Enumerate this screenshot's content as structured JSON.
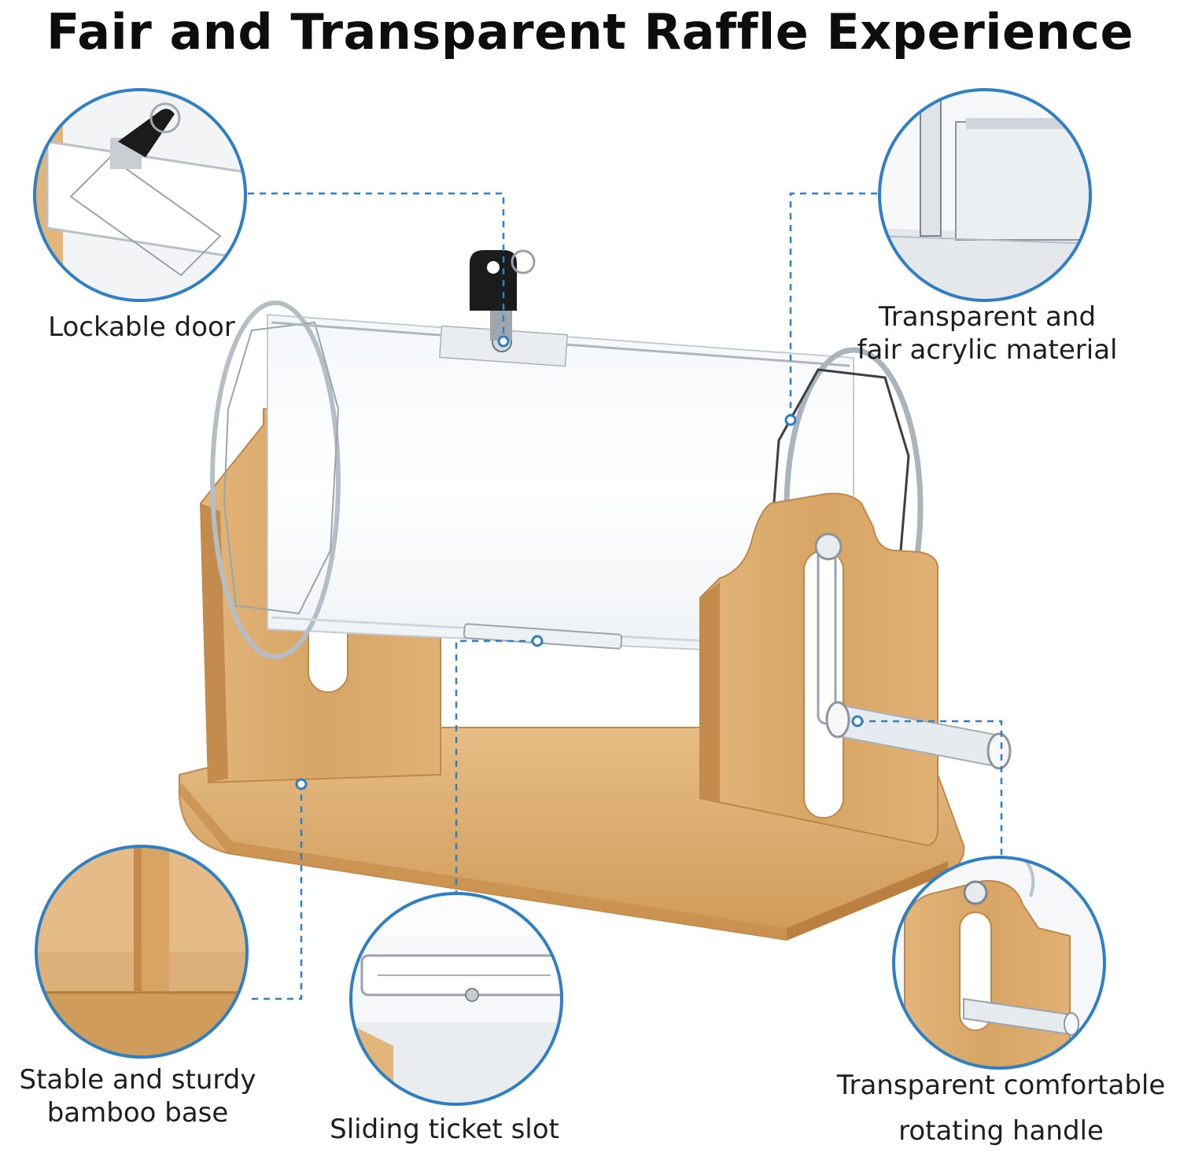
{
  "title": "Fair and Transparent Raffle Experience",
  "callouts": {
    "lockable_door": "Lockable door",
    "acrylic_line1": "Transparent and",
    "acrylic_line2": "fair acrylic material",
    "base_line1": "Stable and sturdy",
    "base_line2": "bamboo base",
    "slot": "Sliding ticket slot",
    "handle_line1": "Transparent comfortable",
    "handle_line2": "rotating handle"
  },
  "colors": {
    "ring": "#2f7fc4",
    "leader": "#2f7fc4",
    "bamboo": "#d9a96a",
    "bamboo_dark": "#c58f4f",
    "acrylic_edge": "#b9c3cc"
  }
}
